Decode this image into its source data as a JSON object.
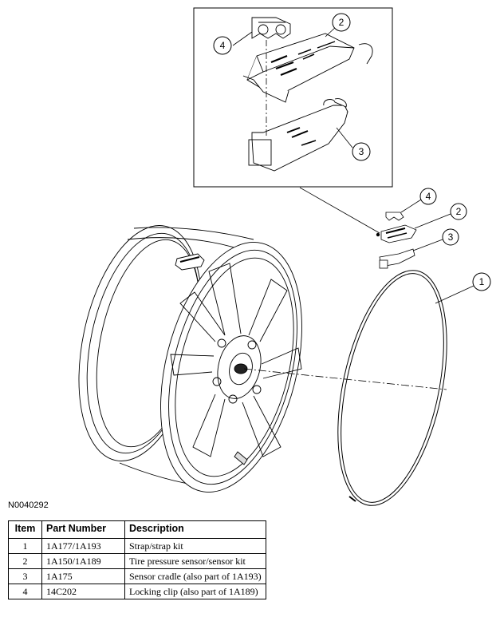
{
  "figure_id": "N0040292",
  "callouts": [
    "1",
    "2",
    "3",
    "4"
  ],
  "table": {
    "headers": [
      "Item",
      "Part Number",
      "Description"
    ],
    "rows": [
      {
        "item": "1",
        "part": "1A177/1A193",
        "desc": "Strap/strap kit"
      },
      {
        "item": "2",
        "part": "1A150/1A189",
        "desc": "Tire pressure sensor/sensor kit"
      },
      {
        "item": "3",
        "part": "1A175",
        "desc": "Sensor cradle (also part of 1A193)"
      },
      {
        "item": "4",
        "part": "14C202",
        "desc": "Locking clip (also part of 1A189)"
      }
    ]
  }
}
